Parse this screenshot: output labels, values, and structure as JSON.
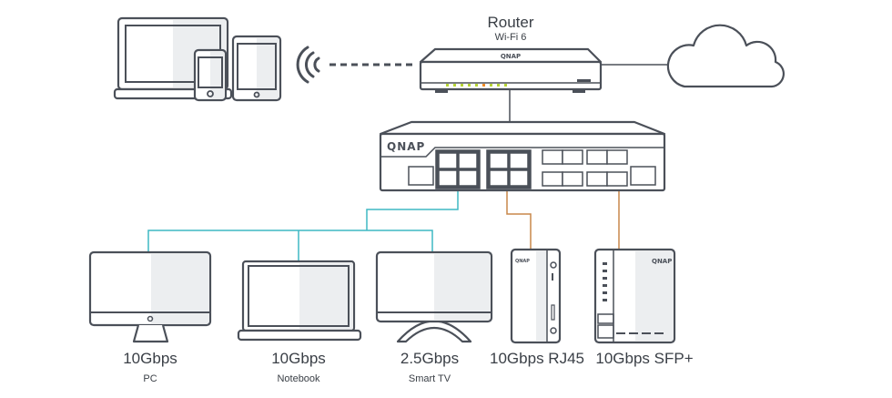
{
  "router": {
    "title": "Router",
    "subtitle": "Wi-Fi 6",
    "brand": "QNAP"
  },
  "switch": {
    "brand": "QNAP"
  },
  "devices": [
    {
      "speed": "10Gbps",
      "name": "PC"
    },
    {
      "speed": "10Gbps",
      "name": "Notebook"
    },
    {
      "speed": "2.5Gbps",
      "name": "Smart TV"
    },
    {
      "speed": "10Gbps RJ45",
      "name": "",
      "brand": "QNAP"
    },
    {
      "speed": "10Gbps SFP+",
      "name": "",
      "brand": "QNAP"
    }
  ],
  "colors": {
    "outline": "#4b5059",
    "shade": "#eceef0",
    "teal_link": "#3fb8c4",
    "copper_link": "#c8874a",
    "led_green": "#b5d334",
    "led_orange": "#f08a24"
  }
}
